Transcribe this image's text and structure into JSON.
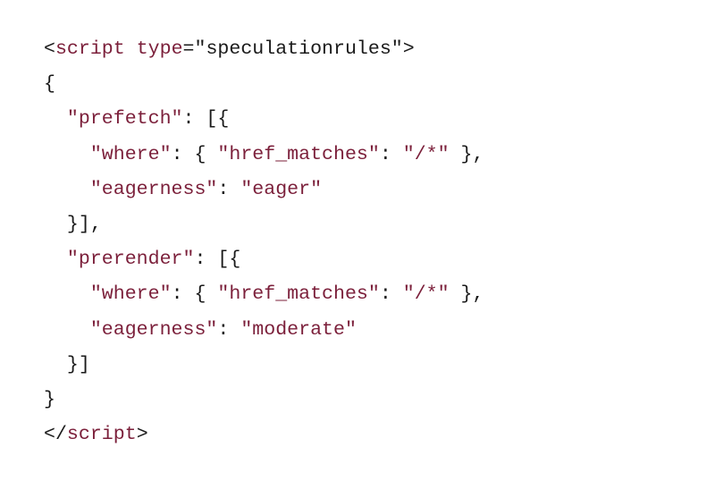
{
  "code_block": {
    "language": "html",
    "colors": {
      "background": "#ffffff",
      "keyword": "#7b1f3a",
      "punctuation": "#1a1a1a"
    },
    "lines": [
      {
        "tokens": [
          {
            "t": "<",
            "k": "punct"
          },
          {
            "t": "script",
            "k": "tag"
          },
          {
            "t": " ",
            "k": "punct"
          },
          {
            "t": "type",
            "k": "attr"
          },
          {
            "t": "=",
            "k": "punct"
          },
          {
            "t": "\"speculationrules\"",
            "k": "attrval"
          },
          {
            "t": ">",
            "k": "punct"
          }
        ]
      },
      {
        "tokens": [
          {
            "t": "{",
            "k": "punct"
          }
        ]
      },
      {
        "tokens": [
          {
            "t": "  ",
            "k": "punct"
          },
          {
            "t": "\"prefetch\"",
            "k": "key"
          },
          {
            "t": ": [{",
            "k": "punct"
          }
        ]
      },
      {
        "tokens": [
          {
            "t": "    ",
            "k": "punct"
          },
          {
            "t": "\"where\"",
            "k": "key"
          },
          {
            "t": ": { ",
            "k": "punct"
          },
          {
            "t": "\"href_matches\"",
            "k": "key"
          },
          {
            "t": ": ",
            "k": "punct"
          },
          {
            "t": "\"/*\"",
            "k": "str"
          },
          {
            "t": " },",
            "k": "punct"
          }
        ]
      },
      {
        "tokens": [
          {
            "t": "    ",
            "k": "punct"
          },
          {
            "t": "\"eagerness\"",
            "k": "key"
          },
          {
            "t": ": ",
            "k": "punct"
          },
          {
            "t": "\"eager\"",
            "k": "str"
          }
        ]
      },
      {
        "tokens": [
          {
            "t": "  }],",
            "k": "punct"
          }
        ]
      },
      {
        "tokens": [
          {
            "t": "  ",
            "k": "punct"
          },
          {
            "t": "\"prerender\"",
            "k": "key"
          },
          {
            "t": ": [{",
            "k": "punct"
          }
        ]
      },
      {
        "tokens": [
          {
            "t": "    ",
            "k": "punct"
          },
          {
            "t": "\"where\"",
            "k": "key"
          },
          {
            "t": ": { ",
            "k": "punct"
          },
          {
            "t": "\"href_matches\"",
            "k": "key"
          },
          {
            "t": ": ",
            "k": "punct"
          },
          {
            "t": "\"/*\"",
            "k": "str"
          },
          {
            "t": " },",
            "k": "punct"
          }
        ]
      },
      {
        "tokens": [
          {
            "t": "    ",
            "k": "punct"
          },
          {
            "t": "\"eagerness\"",
            "k": "key"
          },
          {
            "t": ": ",
            "k": "punct"
          },
          {
            "t": "\"moderate\"",
            "k": "str"
          }
        ]
      },
      {
        "tokens": [
          {
            "t": "  }]",
            "k": "punct"
          }
        ]
      },
      {
        "tokens": [
          {
            "t": "}",
            "k": "punct"
          }
        ]
      },
      {
        "tokens": [
          {
            "t": "</",
            "k": "punct"
          },
          {
            "t": "script",
            "k": "tag"
          },
          {
            "t": ">",
            "k": "punct"
          }
        ]
      }
    ]
  }
}
